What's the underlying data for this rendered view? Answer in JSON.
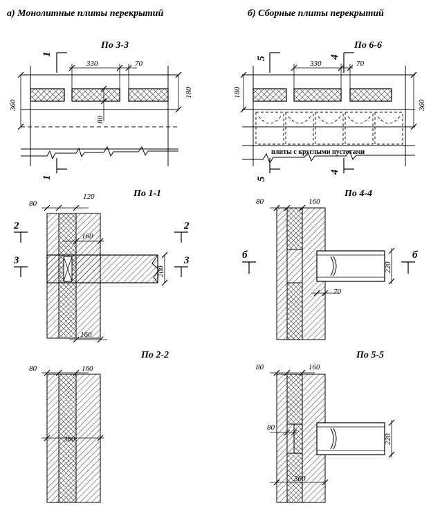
{
  "headings": {
    "left": "а) Монолитные плиты перекрытий",
    "right": "б) Сборные плиты перекрытий"
  },
  "sections": {
    "s33": "По 3-3",
    "s66": "По 6-6",
    "s11": "По 1-1",
    "s44": "По 4-4",
    "s22": "По 2-2",
    "s55": "По 5-5"
  },
  "dims": {
    "d330a": "330",
    "d70a": "70",
    "d180a": "180",
    "d360a": "360",
    "d80a": "80",
    "d330b": "330",
    "d70b": "70",
    "d180b": "180",
    "d360b": "360",
    "d80_11": "80",
    "d120_11": "120",
    "d160_11a": "160",
    "d200_11": "200",
    "d160_11b": "160",
    "d80_44": "80",
    "d160_44": "160",
    "d220_44": "220",
    "d70_44": "70",
    "d80_22": "80",
    "d160_22": "160",
    "d360_22": "360",
    "d80_55a": "80",
    "d160_55": "160",
    "d80_55b": "80",
    "d220_55": "220",
    "d360_55": "360"
  },
  "marks": {
    "m1top": "1",
    "m1bot": "1",
    "m5top": "5",
    "m4top": "4",
    "m5bot": "5",
    "m4bot": "4",
    "m2l": "2",
    "m2r": "2",
    "m3l": "3",
    "m3r": "3",
    "m6l": "б",
    "m6r": "б"
  },
  "labels": {
    "hollow": "плиты с круглыми пустотами"
  }
}
